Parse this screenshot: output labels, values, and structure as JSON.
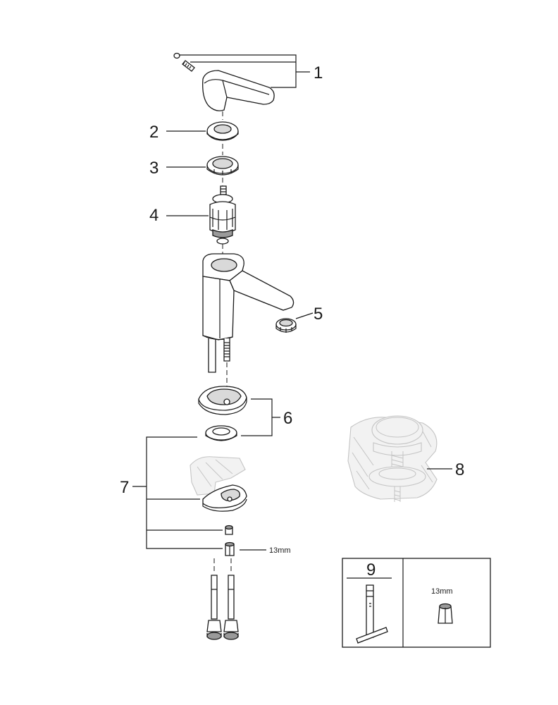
{
  "callouts": {
    "p1": "1",
    "p2": "2",
    "p3": "3",
    "p4": "4",
    "p5": "5",
    "p6": "6",
    "p7": "7",
    "p8": "8",
    "p9": "9"
  },
  "dimensions": {
    "nut_size_main": "13mm",
    "nut_size_tool": "13mm"
  },
  "colors": {
    "line": "#1a1a1a",
    "ghost": "#c4c4c4",
    "part_fill": "#ffffff"
  }
}
